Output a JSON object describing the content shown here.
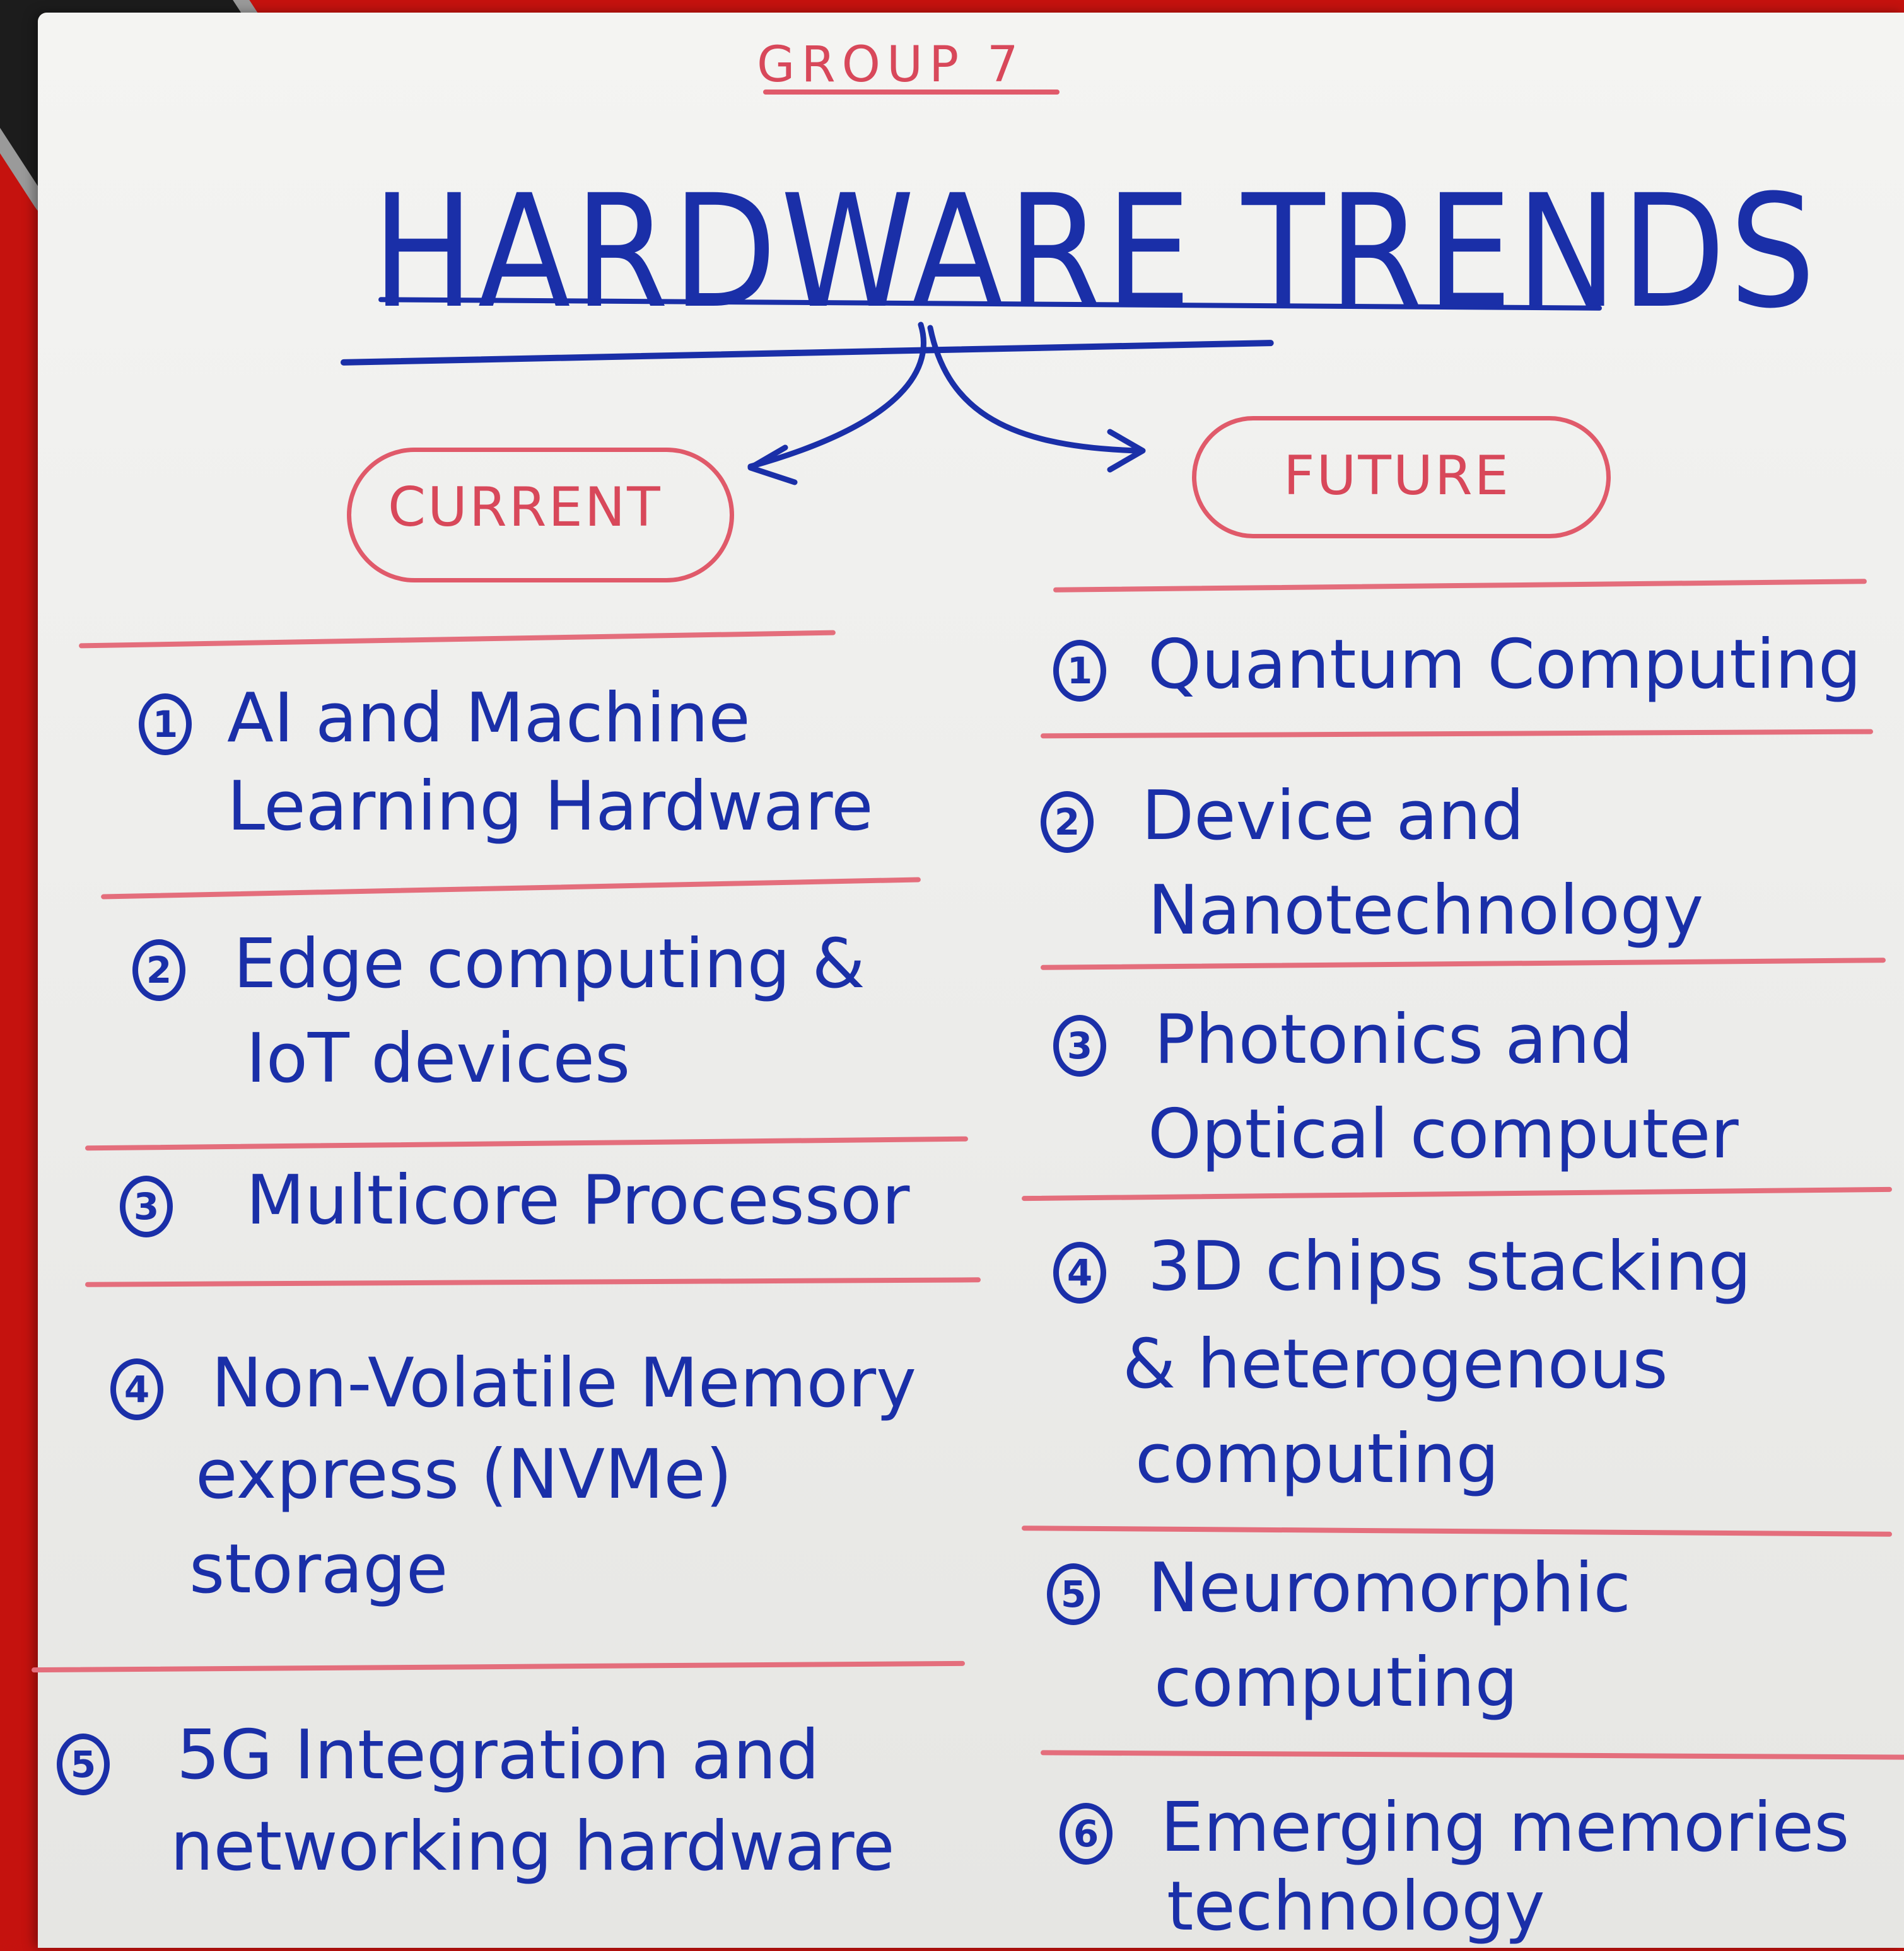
{
  "header": {
    "group": "GROUP 7",
    "title": "HARDWARE TRENDS"
  },
  "columns": {
    "current": {
      "label": "CURRENT",
      "items": [
        {
          "num": "1",
          "line1": "AI and Machine",
          "line2": "Learning Hardware",
          "line3": ""
        },
        {
          "num": "2",
          "line1": "Edge computing &",
          "line2": "IoT devices",
          "line3": ""
        },
        {
          "num": "3",
          "line1": "Multicore Processor",
          "line2": "",
          "line3": ""
        },
        {
          "num": "4",
          "line1": "Non-Volatile Memory",
          "line2": "express (NVMe)",
          "line3": "storage"
        },
        {
          "num": "5",
          "line1": "5G Integration and",
          "line2": "networking hardware",
          "line3": ""
        }
      ]
    },
    "future": {
      "label": "FUTURE",
      "items": [
        {
          "num": "1",
          "line1": "Quantum Computing",
          "line2": "",
          "line3": ""
        },
        {
          "num": "2",
          "line1": "Device and",
          "line2": "Nanotechnology",
          "line3": ""
        },
        {
          "num": "3",
          "line1": "Photonics and",
          "line2": "Optical computer",
          "line3": ""
        },
        {
          "num": "4",
          "line1": "3D chips stacking",
          "line2": "& heterogenous",
          "line3": "computing"
        },
        {
          "num": "5",
          "line1": "Neuromorphic",
          "line2": "computing",
          "line3": ""
        },
        {
          "num": "6",
          "line1": "Emerging memories",
          "line2": "technology",
          "line3": ""
        }
      ]
    }
  },
  "colors": {
    "marker_blue": "#1a2fa8",
    "marker_red": "#e05a6a",
    "table_red": "#c5120e",
    "paper": "#f1f1ef"
  }
}
